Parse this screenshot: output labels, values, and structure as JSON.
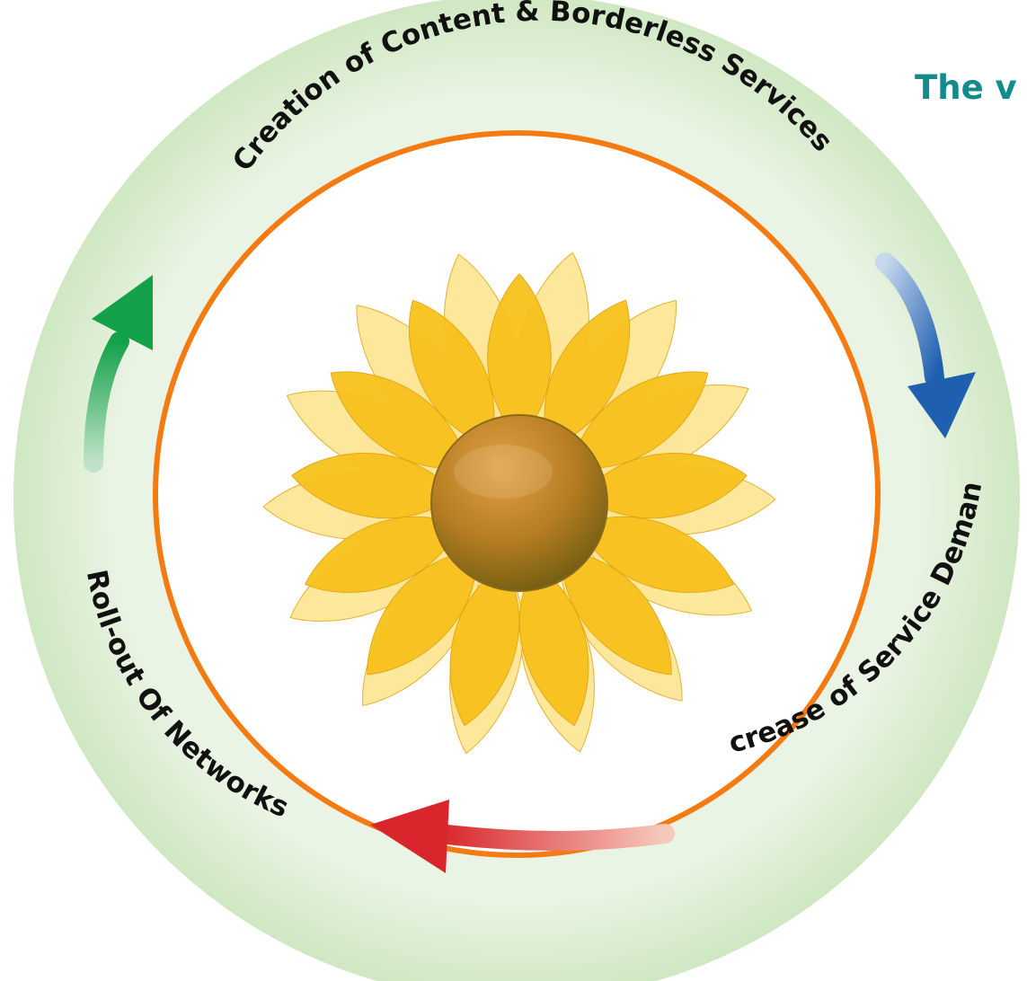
{
  "title": "The v",
  "cycle": {
    "labels": {
      "top": "Creation of Content & Borderless Services",
      "right": "Increase of Service Demand",
      "left": "Roll-out Of Networks"
    },
    "arrows": [
      {
        "name": "top-right-arrow",
        "color": "#1f5fb0",
        "color_light": "#c7d8ee"
      },
      {
        "name": "bottom-arrow",
        "color": "#d9262c",
        "color_light": "#f6c9bd"
      },
      {
        "name": "left-arrow",
        "color": "#13a14a",
        "color_light": "#bfe3c8"
      }
    ],
    "colors": {
      "outer_ring": "#cfe7c2",
      "outer_ring_light": "#eaf4e4",
      "inner_border": "#f47a12",
      "petal": "#f8c21c",
      "petal_light": "#fde389",
      "center": "#b67d22"
    }
  },
  "center_image": "sunflower-icon"
}
